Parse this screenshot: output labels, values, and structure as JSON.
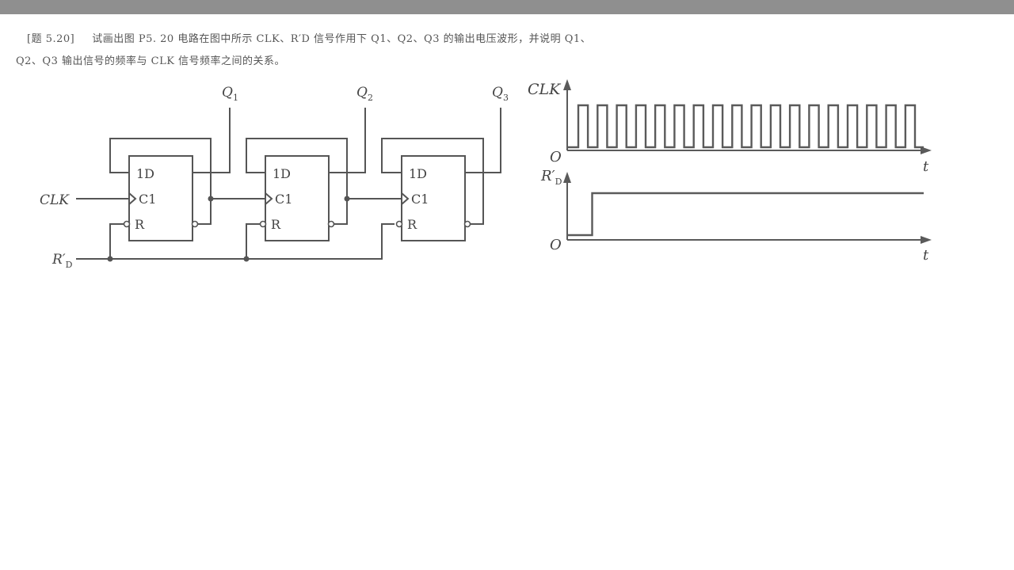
{
  "problem": {
    "number": "[题 5.20]",
    "line1": "试画出图 P5. 20 电路在图中所示 CLK、R′D 信号作用下 Q1、Q2、Q3 的输出电压波形，并说明 Q1、",
    "line2": "Q2、Q3 输出信号的频率与 CLK 信号频率之间的关系。"
  },
  "circuit": {
    "input_clk": "CLK",
    "input_rd": "R′",
    "input_rd_sub": "D",
    "flipflops": [
      {
        "d": "1D",
        "c": "C1",
        "r": "R",
        "out": "Q",
        "out_sub": "1"
      },
      {
        "d": "1D",
        "c": "C1",
        "r": "R",
        "out": "Q",
        "out_sub": "2"
      },
      {
        "d": "1D",
        "c": "C1",
        "r": "R",
        "out": "Q",
        "out_sub": "3"
      }
    ]
  },
  "waveform": {
    "clk_label": "CLK",
    "rd_label": "R′",
    "rd_label_sub": "D",
    "origin_label": "O",
    "time_label": "t",
    "clk_pulses": 18,
    "rd_step_fraction": 0.07
  }
}
